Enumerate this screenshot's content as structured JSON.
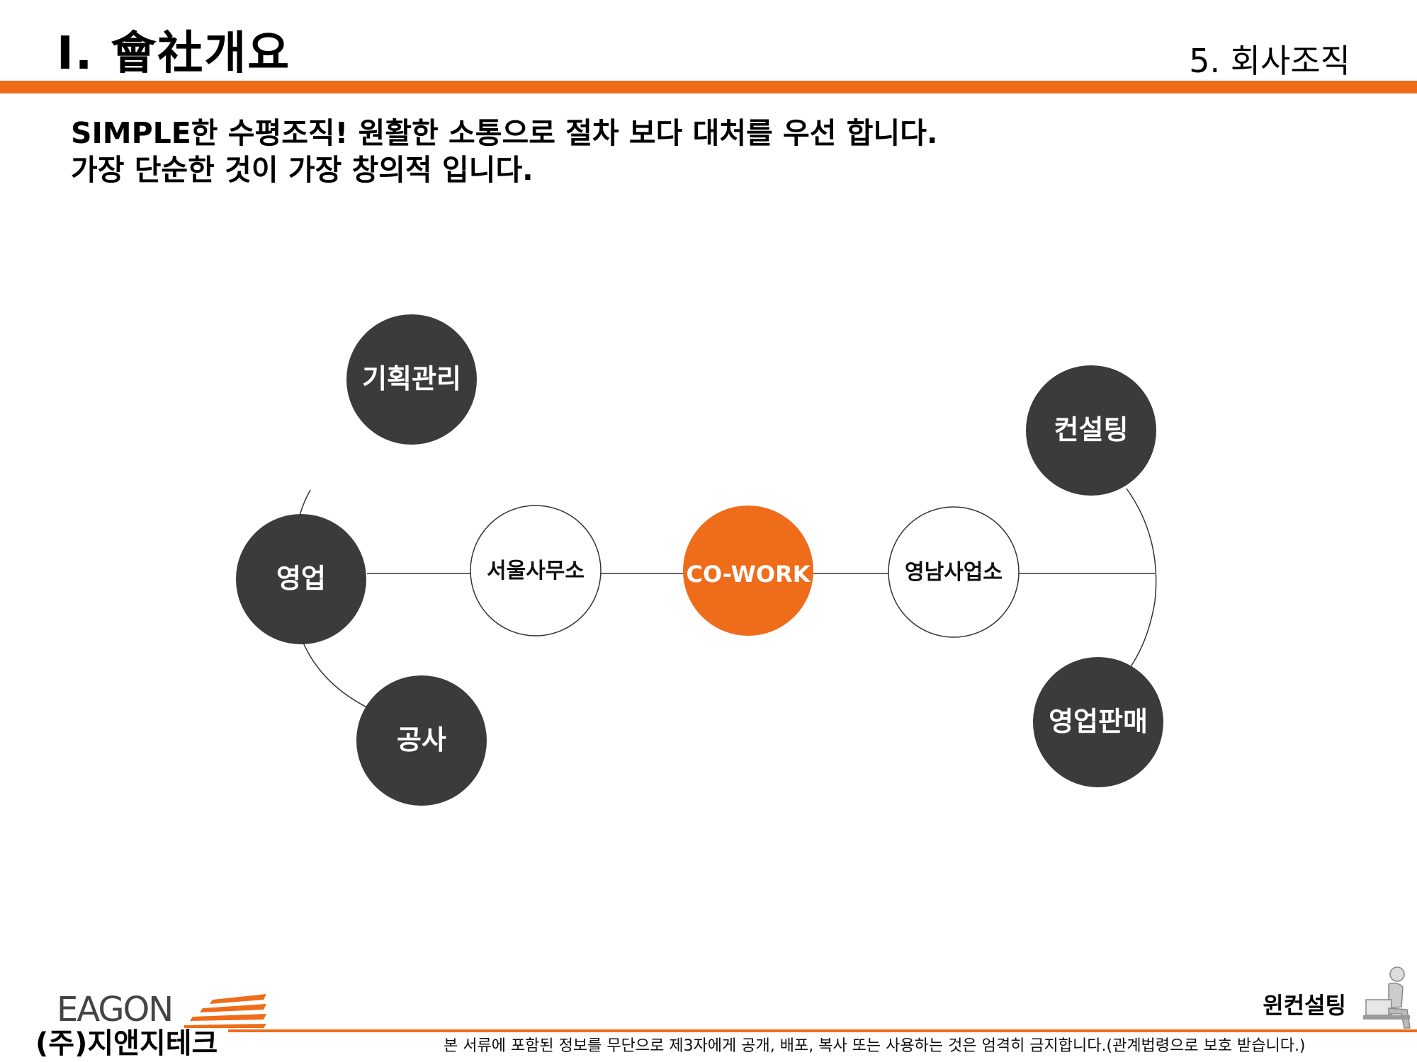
{
  "header": {
    "section_title": "Ⅰ. 會社개요",
    "subsection_title": "5. 회사조직",
    "accent_color": "#ef6c1a"
  },
  "headline": {
    "line1": "SIMPLE한 수평조직! 원활한 소통으로 절차 보다 대처를 우선 합니다.",
    "line2": "가장 단순한 것이 가장 창의적 입니다."
  },
  "org_chart": {
    "center": {
      "label": "CO-WORK",
      "color": "#ef6c1a"
    },
    "offices": [
      {
        "id": "seoul",
        "label": "서울사무소"
      },
      {
        "id": "yeongnam",
        "label": "영남사업소"
      }
    ],
    "departments": [
      {
        "id": "sales",
        "label": "영업"
      },
      {
        "id": "planning",
        "label": "기획관리"
      },
      {
        "id": "construction",
        "label": "공사"
      },
      {
        "id": "consulting",
        "label": "컨설팅"
      },
      {
        "id": "sales-distribution",
        "label": "영업판매"
      }
    ],
    "dark_node_color": "#3b3b3b"
  },
  "footer": {
    "logo_text": "EAGON",
    "company_name": "(주)지앤지테크",
    "partner_name": "윈컨설팅",
    "notice": "본 서류에 포함된 정보를 무단으로 제3자에게 공개, 배포, 복사 또는 사용하는 것은 엄격히 금지합니다.(관계법령으로 보호 받습니다.)"
  }
}
